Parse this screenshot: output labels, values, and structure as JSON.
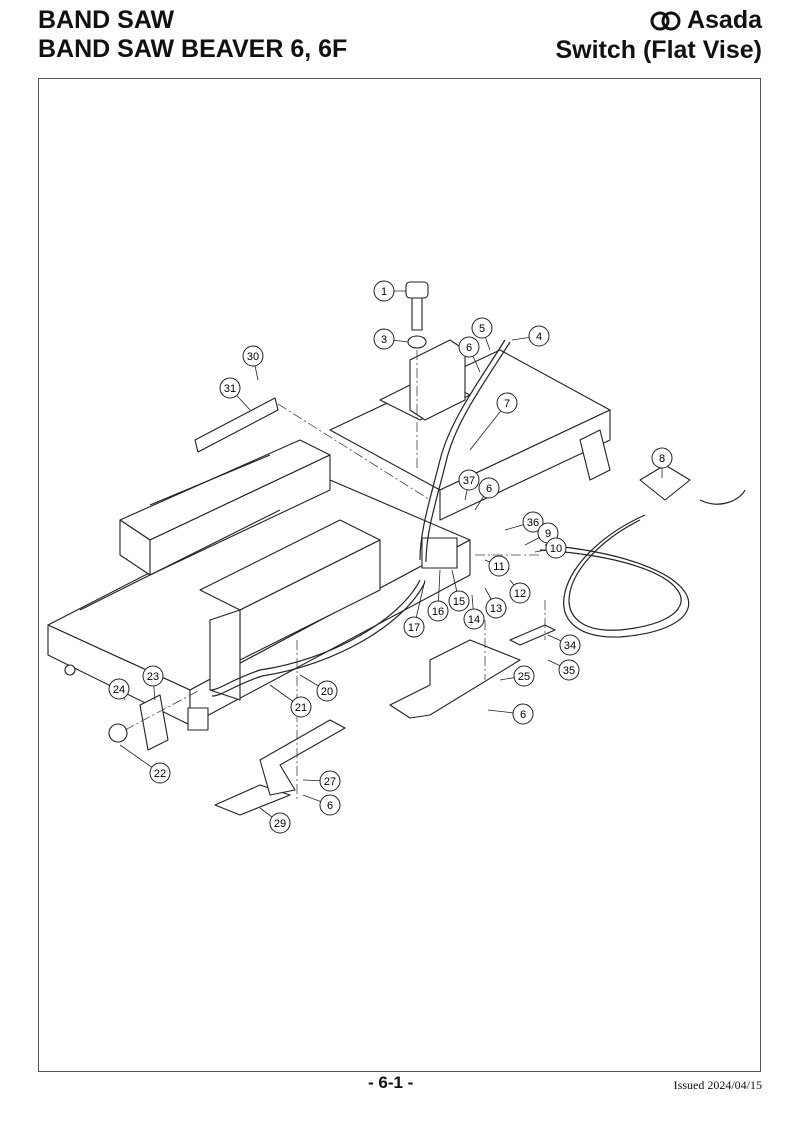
{
  "header": {
    "line1": "BAND SAW",
    "line2": "BAND SAW BEAVER 6, 6F",
    "brand": "Asada",
    "section_title": "Switch (Flat Vise)"
  },
  "callouts": [
    "1",
    "3",
    "5",
    "4",
    "6",
    "30",
    "31",
    "7",
    "8",
    "37",
    "6",
    "36",
    "9",
    "10",
    "11",
    "12",
    "13",
    "15",
    "16",
    "14",
    "17",
    "34",
    "35",
    "25",
    "23",
    "24",
    "20",
    "21",
    "6",
    "22",
    "27",
    "6",
    "29"
  ],
  "footer": {
    "page": "- 6-1 -",
    "issued": "Issued 2024/04/15"
  }
}
